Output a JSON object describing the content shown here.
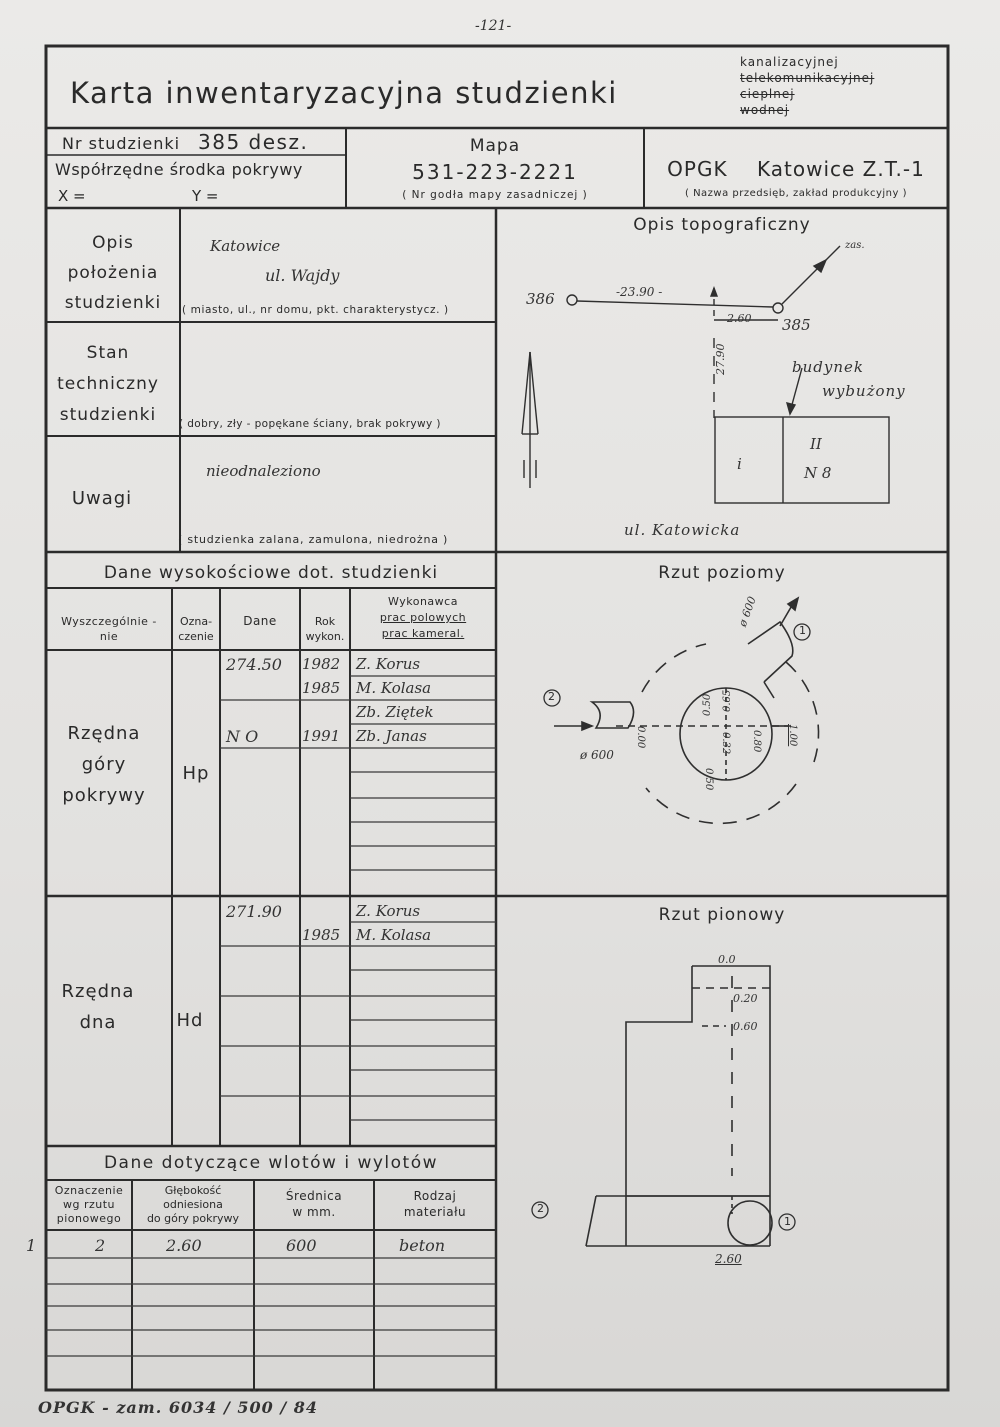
{
  "page_number": "-121-",
  "header": {
    "title": "Karta inwentaryzacyjna studzienki",
    "types": [
      "kanalizacyjnej",
      "telekomunikacyjnej",
      "cieplnej",
      "wodnej"
    ]
  },
  "info": {
    "nr_label": "Nr studzienki",
    "nr_value": "385 desz.",
    "coords_label": "Współrzędne środka pokrywy",
    "x_label": "X =",
    "y_label": "Y =",
    "map_label": "Mapa",
    "map_value": "531-223-2221",
    "map_note": "( Nr godła mapy zasadniczej )",
    "company_value": "OPGK    Katowice Z.T.-1",
    "company_note": "( Nazwa przedsięb, zakład produkcyjny )"
  },
  "opis": {
    "label": [
      "Opis",
      "położenia",
      "studzienki"
    ],
    "values": [
      "Katowice",
      "ul. Wajdy"
    ],
    "note": "( miasto, ul., nr domu, pkt. charakterystycz. )"
  },
  "stan": {
    "label": [
      "Stan",
      "techniczny",
      "studzienki"
    ],
    "note": "( dobry, zły - popękane ściany, brak pokrywy )"
  },
  "uwagi": {
    "label": "Uwagi",
    "value": "nieodnaleziono",
    "note": "( studzienka zalana, zamulona, niedrożna )"
  },
  "topo": {
    "title": "Opis topograficzny",
    "p386": "386",
    "p385": "385",
    "dist1": "-23.90 -",
    "dist2": "2.60",
    "dist3": "27.90",
    "zas": "zas.",
    "bud1": "budynek",
    "bud2": "wybużony",
    "b_left": "i",
    "b_r1": "II",
    "b_r2": "N 8",
    "street": "ul. Katowicka"
  },
  "heights": {
    "title": "Dane wysokościowe dot. studzienki",
    "col1": [
      "Wyszczególnie -",
      "nie"
    ],
    "col2": [
      "Ozna-",
      "czenie"
    ],
    "col3": "Dane",
    "col4": [
      "Rok",
      "wykon."
    ],
    "col5": [
      "Wykonawca",
      "prac polowych",
      "prac kameral."
    ],
    "top_label": [
      "Rzędna",
      "góry",
      "pokrywy"
    ],
    "top_code": "Hp",
    "top_rows": [
      {
        "dane": "274.50",
        "rok": "1982",
        "wyk": "Z. Korus"
      },
      {
        "dane": "",
        "rok": "1985",
        "wyk": "M. Kolasa"
      },
      {
        "dane": "",
        "rok": "",
        "wyk": "Zb. Ziętek"
      },
      {
        "dane": "N O",
        "rok": "1991",
        "wyk": "Zb. Janas"
      }
    ],
    "bottom_label": [
      "Rzędna",
      "dna"
    ],
    "bottom_code": "Hd",
    "bottom_rows": [
      {
        "dane": "271.90",
        "rok": "",
        "wyk": "Z. Korus"
      },
      {
        "dane": "",
        "rok": "1985",
        "wyk": "M. Kolasa"
      }
    ]
  },
  "plan": {
    "title": "Rzut poziomy",
    "d600a": "ø 600",
    "d600b": "ø 600",
    "n1": "1",
    "n2": "2",
    "m065": "0.65",
    "m050": "0.50",
    "m032": "0.32",
    "m080": "0.80",
    "m100": "1.00",
    "m050b": "0.50",
    "m000": "0.00"
  },
  "section": {
    "title": "Rzut pionowy",
    "l00": "0.0",
    "l020": "0.20",
    "l060": "0.60",
    "l260": "2.60",
    "n1": "1",
    "n2": "2"
  },
  "wloty": {
    "title": "Dane dotyczące wlotów i wylotów",
    "h1": [
      "Oznaczenie",
      "wg rzutu",
      "pionowego"
    ],
    "h2": [
      "Głębokość",
      "odniesiona",
      "do góry pokrywy"
    ],
    "h3": [
      "Średnica",
      "w mm."
    ],
    "h4": [
      "Rodzaj",
      "materiału"
    ],
    "row": {
      "a": "1",
      "b": "2",
      "gl": "2.60",
      "sr": "600",
      "mat": "beton"
    }
  },
  "footer": "OPGK - zam. 6034 / 500 / 84"
}
